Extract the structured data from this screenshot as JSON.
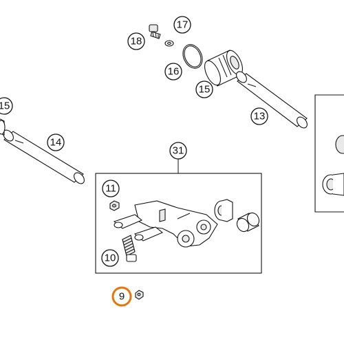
{
  "highlight_color": "#e8740c",
  "callouts": {
    "c18": "18",
    "c17": "17",
    "c16": "16",
    "c15a": "15",
    "c15b": "15",
    "c14": "14",
    "c13": "13",
    "c31": "31",
    "c11": "11",
    "c10": "10",
    "c9": "9"
  },
  "highlighted_callout": "9",
  "parts": [
    "screw-18",
    "washer-17",
    "o-ring-16",
    "roller-15",
    "shaft-13",
    "shaft-14",
    "rocker-arm",
    "nut-11",
    "bolt-10",
    "nut-9",
    "bushing",
    "sleeve"
  ]
}
